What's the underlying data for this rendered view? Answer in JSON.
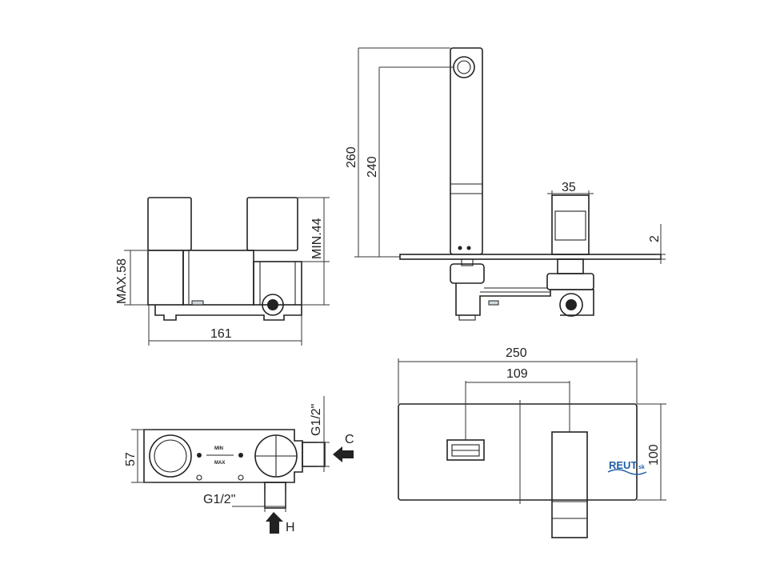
{
  "front_view": {
    "dim_width": "161",
    "dim_max": "MAX.58",
    "dim_min": "MIN.44"
  },
  "side_view": {
    "dim_spout_height": "260",
    "dim_spout_inner": "240",
    "dim_handle": "35",
    "dim_plate": "2"
  },
  "top_view": {
    "dim_depth": "57",
    "label_inlet_side": "G1/2\"",
    "label_inlet_bottom": "G1/2\"",
    "arrow_cold": "C",
    "arrow_hot": "H",
    "marker_min": "MIN",
    "marker_max": "MAX"
  },
  "plate_view": {
    "dim_width": "250",
    "dim_spacing": "109",
    "dim_height": "100"
  },
  "logo": {
    "text": "REUT",
    "suffix": "sk"
  }
}
